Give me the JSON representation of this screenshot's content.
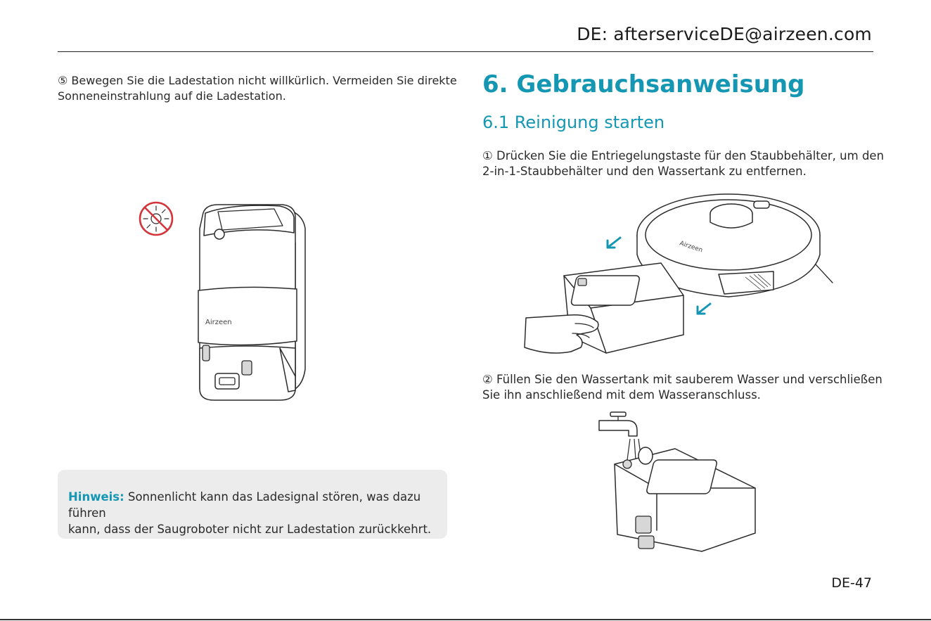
{
  "header": {
    "email": "DE: afterserviceDE@airzeen.com"
  },
  "left": {
    "step5_line1": "⑤ Bewegen Sie die Ladestation nicht willkürlich. Vermeiden Sie direkte",
    "step5_line2": "Sonneneinstrahlung auf die Ladestation.",
    "station_brand": "Airzeen",
    "no_sun_icon": "no-sunlight-icon",
    "note": {
      "label": "Hinweis:",
      "line1": " Sonnenlicht kann das Ladesignal stören, was dazu führen",
      "line2": "kann, dass der Saugroboter nicht zur Ladestation zurückkehrt."
    }
  },
  "right": {
    "section_title": "6. Gebrauchsanweisung",
    "subsection_title": "6.1 Reinigung starten",
    "step1_line1": "① Drücken Sie die Entriegelungstaste für den Staubbehälter, um den",
    "step1_line2": "2-in-1-Staubbehälter und den Wassertank zu entfernen.",
    "robot_brand": "Airzeen",
    "step2_line1": "② Füllen Sie den Wassertank mit sauberem Wasser und verschließen",
    "step2_line2": "Sie ihn anschließend mit dem Wasseranschluss."
  },
  "footer": {
    "page_number": "DE-47"
  },
  "colors": {
    "accent": "#1597b4",
    "note_bg": "#ececec",
    "warning_red": "#d2343a"
  }
}
